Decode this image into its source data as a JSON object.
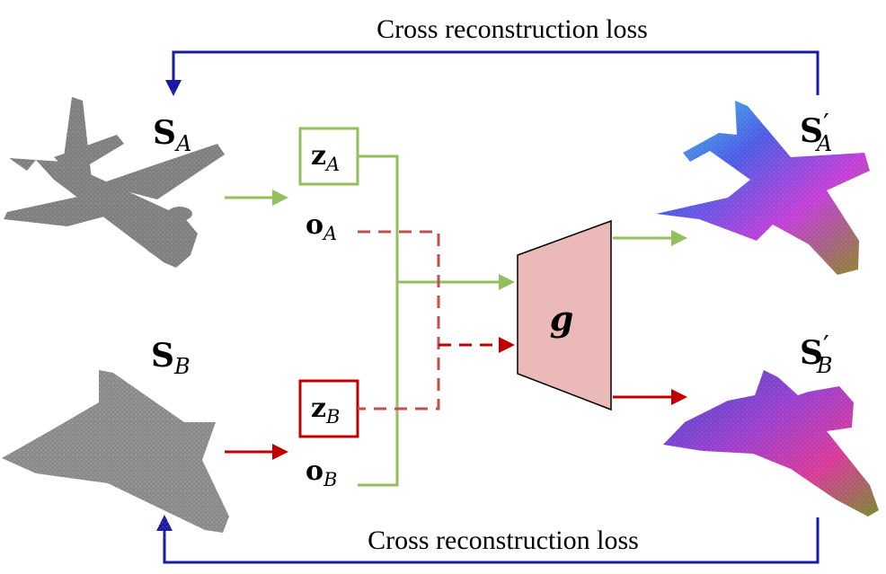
{
  "top_loss_label": "Cross reconstruction loss",
  "bottom_loss_label": "Cross reconstruction loss",
  "input_shape_a": {
    "letter": "S",
    "subscript": "A"
  },
  "input_shape_b": {
    "letter": "S",
    "subscript": "B"
  },
  "output_shape_a": {
    "letter": "S",
    "prime": "′",
    "subscript": "A"
  },
  "output_shape_b": {
    "letter": "S",
    "prime": "′",
    "subscript": "B"
  },
  "latent_z_a": {
    "letter": "z",
    "subscript": "A"
  },
  "latent_z_b": {
    "letter": "z",
    "subscript": "B"
  },
  "latent_o_a": {
    "letter": "o",
    "subscript": "A"
  },
  "latent_o_b": {
    "letter": "o",
    "subscript": "B"
  },
  "generator_label": "g",
  "colors": {
    "loss_arrow": "#1a1aa6",
    "path_a": "#93bf5e",
    "path_b": "#c00000",
    "dashed_b": "#c0504d",
    "generator_fill": "#ebb9b7",
    "input_cloud": "#7f7f7f"
  },
  "icons": [
    "airplane-point-cloud-gray",
    "airplane-point-cloud-gray",
    "airplane-point-cloud-colored",
    "airplane-point-cloud-colored"
  ]
}
